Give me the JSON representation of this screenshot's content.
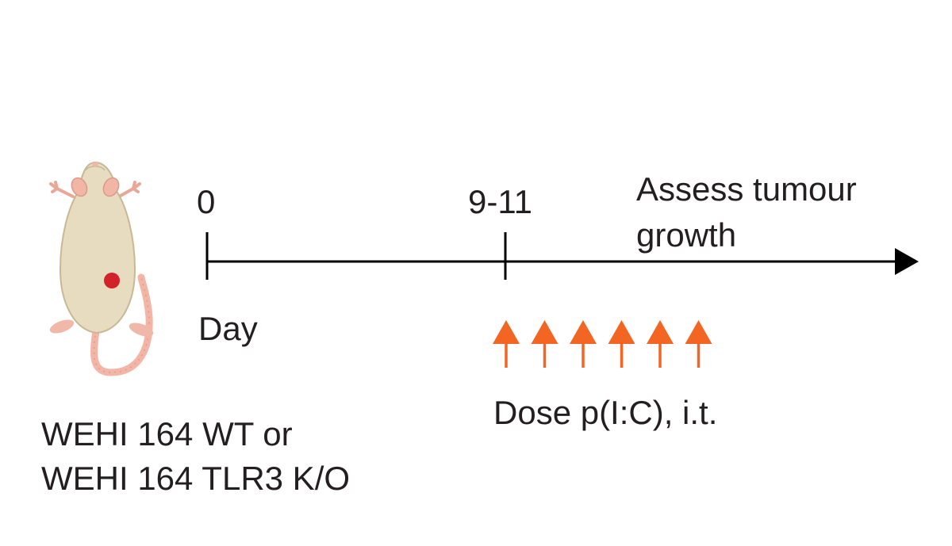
{
  "timeline": {
    "start_tick": "0",
    "treatment_tick": "9-11",
    "axis_label": "Day",
    "endpoint_line1": "Assess tumour",
    "endpoint_line2": "growth"
  },
  "dosing": {
    "label": "Dose p(I:C), i.t.",
    "arrow_count": 6,
    "arrow_color": "#f26522"
  },
  "model": {
    "line1": "WEHI 164 WT or",
    "line2": "WEHI 164 TLR3 K/O",
    "body_color": "#e8dcc0",
    "tumour_color": "#d2232a",
    "tail_color": "#f2b5a6"
  },
  "colors": {
    "text": "#231f20",
    "axis": "#000000"
  }
}
